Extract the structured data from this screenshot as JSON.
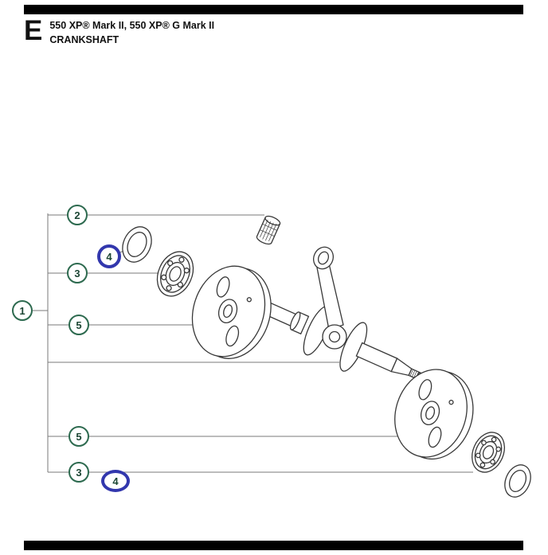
{
  "header": {
    "section_letter": "E",
    "title": "550 XP® Mark II, 550 XP® G Mark II",
    "subtitle": "CRANKSHAFT"
  },
  "callouts": [
    {
      "label": "1",
      "highlighted": false
    },
    {
      "label": "2",
      "highlighted": false
    },
    {
      "label": "4",
      "highlighted": true
    },
    {
      "label": "3",
      "highlighted": false
    },
    {
      "label": "5",
      "highlighted": false
    },
    {
      "label": "5",
      "highlighted": false
    },
    {
      "label": "3",
      "highlighted": false
    },
    {
      "label": "4",
      "highlighted": true
    }
  ],
  "colors": {
    "callout_outline": "#2d6a4f",
    "highlight_blue": "#3237ad",
    "leader_line": "#7a7a7a",
    "drawing_line": "#383838",
    "divider_bar": "#000000"
  }
}
